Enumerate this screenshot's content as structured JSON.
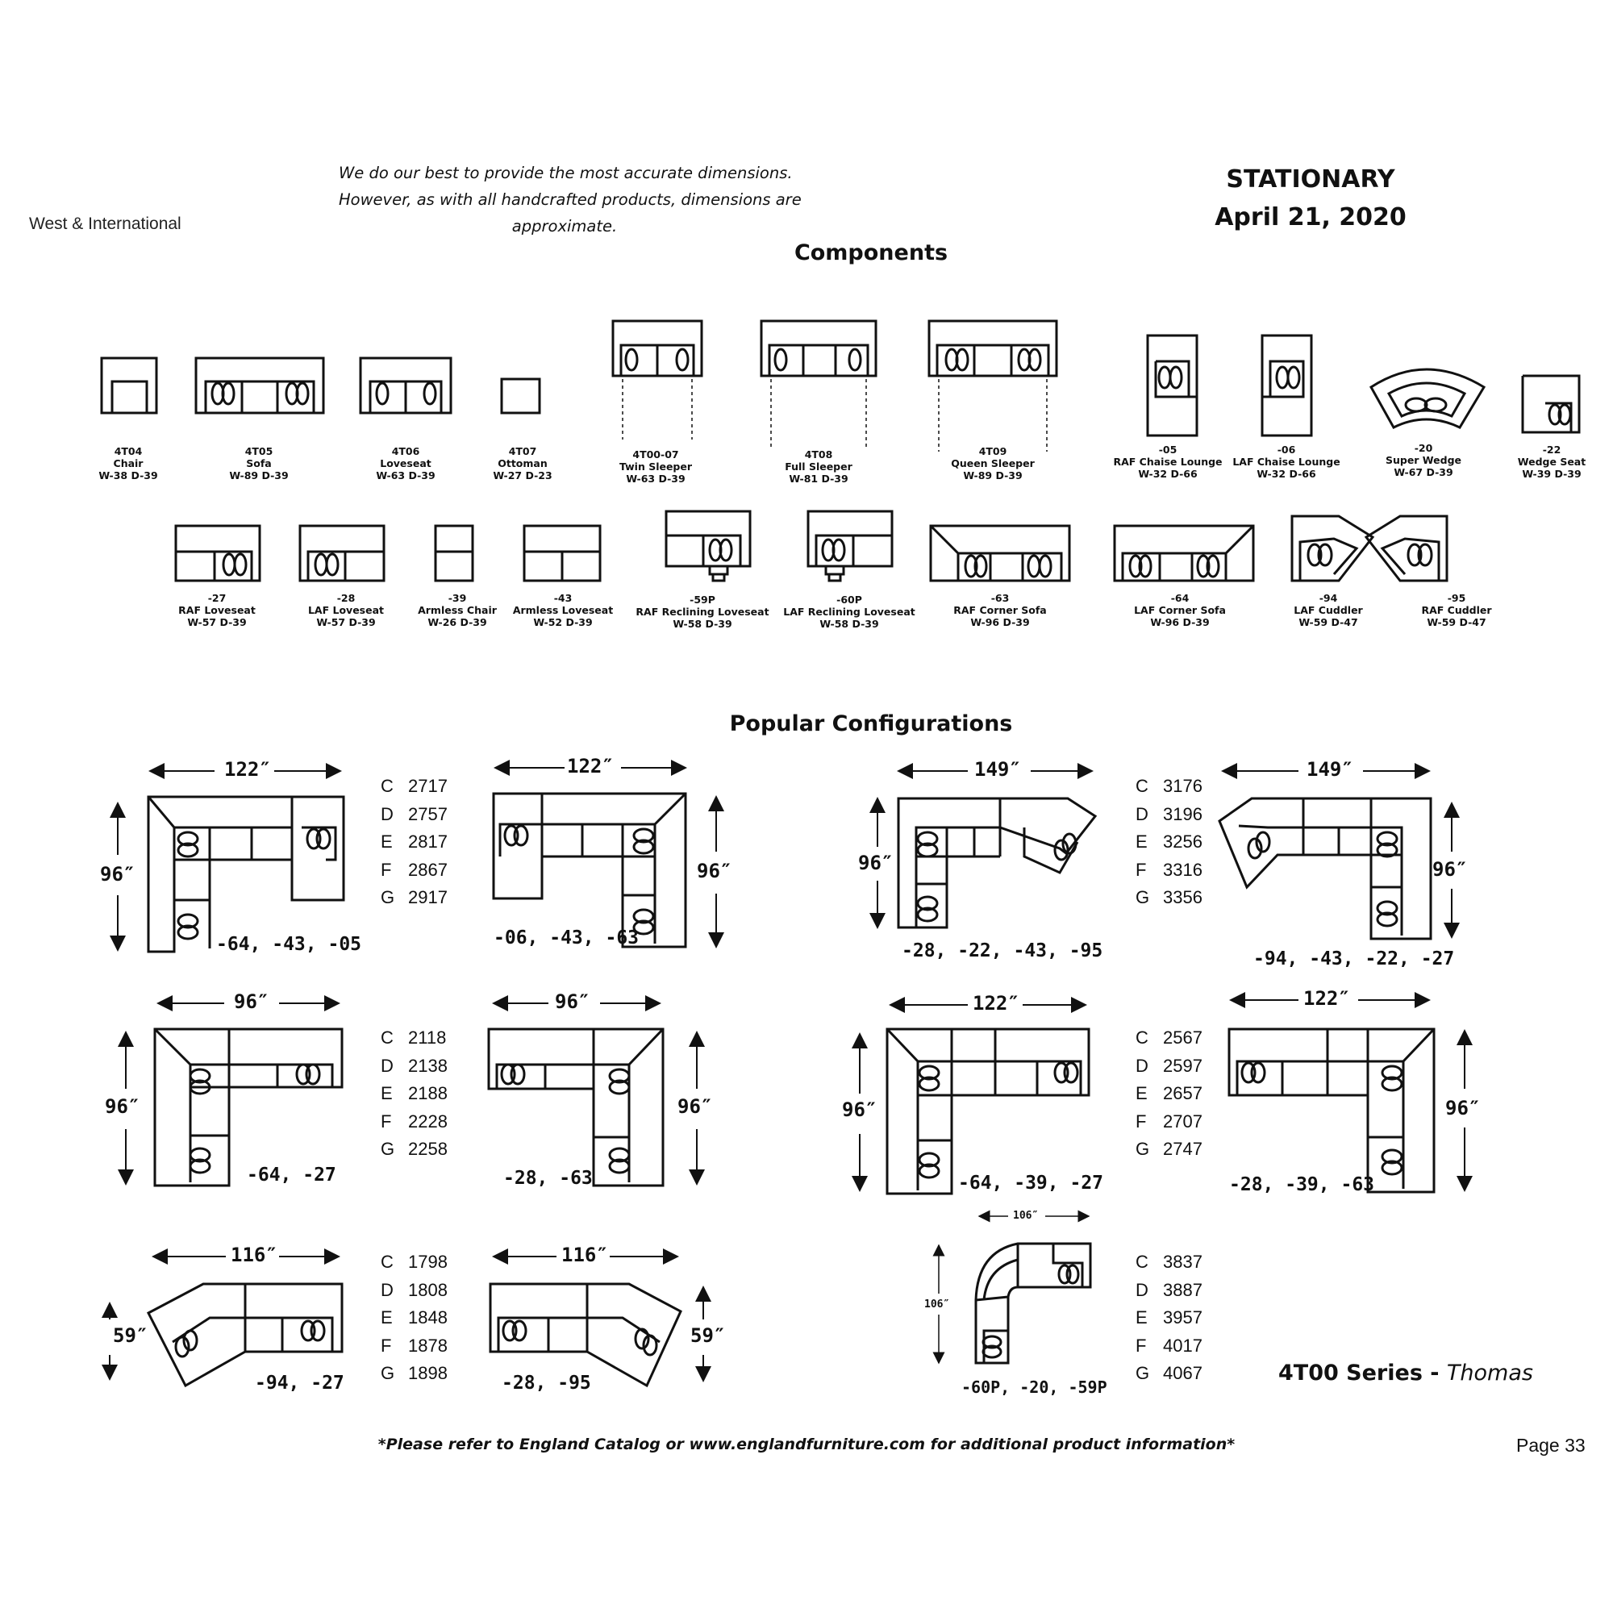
{
  "header": {
    "region": "West & International",
    "disclaimer_lines": [
      "We do our best to provide the most accurate dimensions.",
      "However, as with all handcrafted products, dimensions are",
      "approximate."
    ],
    "category": "STATIONARY",
    "date": "April 21, 2020"
  },
  "components": {
    "title": "Components",
    "items": [
      {
        "lines": [
          "4T04",
          "Chair",
          "W-38   D-39"
        ]
      },
      {
        "lines": [
          "4T05",
          "Sofa",
          "W-89   D-39"
        ]
      },
      {
        "lines": [
          "4T06",
          "Loveseat",
          "W-63   D-39"
        ]
      },
      {
        "lines": [
          "4T07",
          "Ottoman",
          "W-27   D-23"
        ]
      },
      {
        "lines": [
          "4T00-07",
          "Twin Sleeper",
          "W-63   D-39"
        ]
      },
      {
        "lines": [
          "4T08",
          "Full Sleeper",
          "W-81   D-39"
        ]
      },
      {
        "lines": [
          "4T09",
          "Queen Sleeper",
          "W-89   D-39"
        ]
      },
      {
        "lines": [
          "-05",
          "RAF Chaise Lounge",
          "W-32   D-66"
        ]
      },
      {
        "lines": [
          "-06",
          "LAF Chaise Lounge",
          "W-32   D-66"
        ]
      },
      {
        "lines": [
          "-20",
          "Super Wedge",
          "W-67  D-39"
        ]
      },
      {
        "lines": [
          "-22",
          "Wedge Seat",
          "W-39   D-39"
        ]
      },
      {
        "lines": [
          "-27",
          "RAF Loveseat",
          "W-57   D-39"
        ]
      },
      {
        "lines": [
          "-28",
          "LAF Loveseat",
          "W-57   D-39"
        ]
      },
      {
        "lines": [
          "-39",
          "Armless Chair",
          "W-26   D-39"
        ]
      },
      {
        "lines": [
          "-43",
          "Armless Loveseat",
          "W-52   D-39"
        ]
      },
      {
        "lines": [
          "-59P",
          "RAF Reclining Loveseat",
          "W-58   D-39"
        ]
      },
      {
        "lines": [
          "-60P",
          "LAF Reclining Loveseat",
          "W-58   D-39"
        ]
      },
      {
        "lines": [
          "-63",
          "RAF Corner Sofa",
          "W-96   D-39"
        ]
      },
      {
        "lines": [
          "-64",
          "LAF Corner Sofa",
          "W-96   D-39"
        ]
      },
      {
        "lines": [
          "-94",
          "LAF Cuddler",
          "W-59   D-47"
        ]
      },
      {
        "lines": [
          "-95",
          "RAF Cuddler",
          "W-59   D-47"
        ]
      }
    ]
  },
  "configurations": {
    "title": "Popular Configurations",
    "groups": [
      {
        "prices": [
          [
            "C",
            "2717"
          ],
          [
            "D",
            "2757"
          ],
          [
            "E",
            "2817"
          ],
          [
            "F",
            "2867"
          ],
          [
            "G",
            "2917"
          ]
        ],
        "layouts": [
          {
            "width": "122″",
            "depth": "96″",
            "codes": "-64, -43, -05"
          },
          {
            "width": "122″",
            "depth": "96″",
            "codes": "-06, -43, -63"
          }
        ]
      },
      {
        "prices": [
          [
            "C",
            "2118"
          ],
          [
            "D",
            "2138"
          ],
          [
            "E",
            "2188"
          ],
          [
            "F",
            "2228"
          ],
          [
            "G",
            "2258"
          ]
        ],
        "layouts": [
          {
            "width": "96″",
            "depth": "96″",
            "codes": "-64, -27"
          },
          {
            "width": "96″",
            "depth": "96″",
            "codes": "-28, -63"
          }
        ]
      },
      {
        "prices": [
          [
            "C",
            "1798"
          ],
          [
            "D",
            "1808"
          ],
          [
            "E",
            "1848"
          ],
          [
            "F",
            "1878"
          ],
          [
            "G",
            "1898"
          ]
        ],
        "layouts": [
          {
            "width": "116″",
            "depth": "59″",
            "codes": "-94, -27"
          },
          {
            "width": "116″",
            "depth": "59″",
            "codes": "-28, -95"
          }
        ]
      },
      {
        "prices": [
          [
            "C",
            "3176"
          ],
          [
            "D",
            "3196"
          ],
          [
            "E",
            "3256"
          ],
          [
            "F",
            "3316"
          ],
          [
            "G",
            "3356"
          ]
        ],
        "layouts": [
          {
            "width": "149″",
            "depth": "96″",
            "codes": "-28, -22, -43, -95"
          },
          {
            "width": "149″",
            "depth": "96″",
            "codes": "-94, -43, -22, -27"
          }
        ]
      },
      {
        "prices": [
          [
            "C",
            "2567"
          ],
          [
            "D",
            "2597"
          ],
          [
            "E",
            "2657"
          ],
          [
            "F",
            "2707"
          ],
          [
            "G",
            "2747"
          ]
        ],
        "layouts": [
          {
            "width": "122″",
            "depth": "96″",
            "codes": "-64, -39, -27"
          },
          {
            "width": "122″",
            "depth": "96″",
            "codes": "-28, -39, -63"
          }
        ]
      },
      {
        "prices": [
          [
            "C",
            "3837"
          ],
          [
            "D",
            "3887"
          ],
          [
            "E",
            "3957"
          ],
          [
            "F",
            "4017"
          ],
          [
            "G",
            "4067"
          ]
        ],
        "layouts": [
          {
            "width": "106″",
            "depth": "106″",
            "codes": "-60P, -20, -59P"
          }
        ]
      }
    ]
  },
  "series": {
    "code": "4T00 Series",
    "separator": " - ",
    "name": "Thomas"
  },
  "footer": {
    "note": "*Please refer to England Catalog or www.englandfurniture.com for additional product information*",
    "page": "Page 33"
  }
}
